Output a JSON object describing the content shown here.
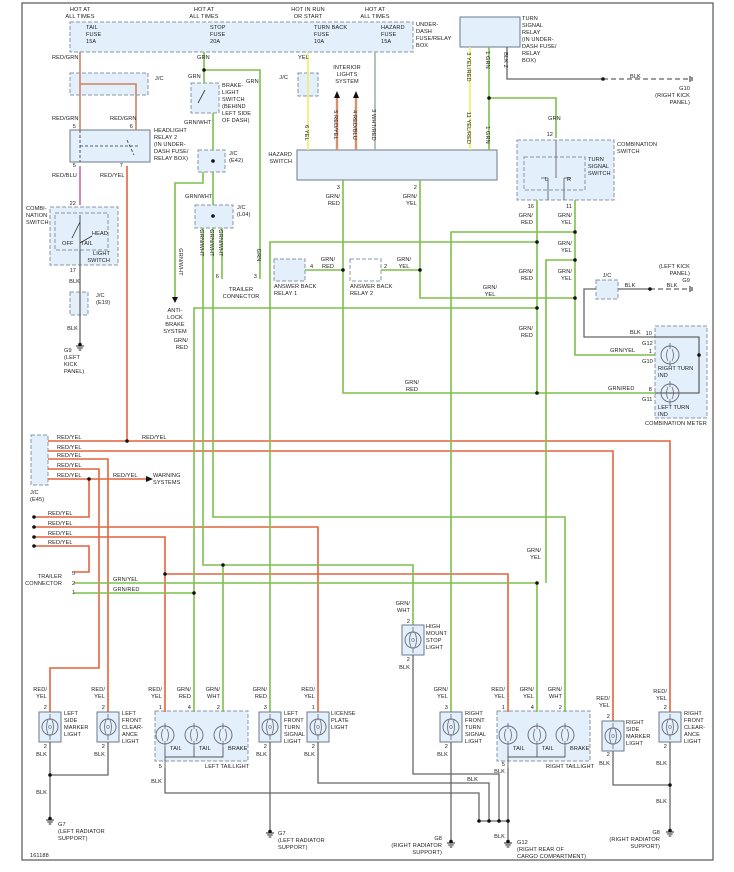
{
  "diagram_id": "161188",
  "power": {
    "tail": {
      "source": [
        "HOT AT",
        "ALL TIMES"
      ],
      "fuse": [
        "TAIL",
        "FUSE",
        "15A"
      ]
    },
    "stop": {
      "source": [
        "HOT AT",
        "ALL TIMES"
      ],
      "fuse": [
        "STOP",
        "FUSE",
        "20A"
      ]
    },
    "turn_back": {
      "source": [
        "HOT IN RUN",
        "OR START"
      ],
      "fuse": [
        "TURN BACK",
        "FUSE",
        "10A"
      ]
    },
    "hazard": {
      "source": [
        "HOT AT",
        "ALL TIMES"
      ],
      "fuse": [
        "HAZARD",
        "FUSE",
        "15A"
      ]
    },
    "box_label": [
      "UNDER-",
      "DASH",
      "FUSE/RELAY",
      "BOX"
    ]
  },
  "components": {
    "turn_signal_relay": [
      "TURN",
      "SIGNAL",
      "RELAY",
      "(IN UNDER-",
      "DASH FUSE/",
      "RELAY",
      "BOX)"
    ],
    "headlight_relay": [
      "HEADLIGHT",
      "RELAY 2",
      "(IN UNDER-",
      "DASH FUSE/",
      "RELAY BOX)"
    ],
    "brake_switch": [
      "BRAKE-",
      "LIGHT",
      "SWITCH",
      "(BEHIND",
      "LEFT SIDE",
      "OF DASH)"
    ],
    "interior_lights": [
      "INTERIOR",
      "LIGHTS",
      "SYSTEM"
    ],
    "hazard_switch": [
      "HAZARD",
      "SWITCH"
    ],
    "combination_switch_top": [
      "COMBINATION",
      "SWITCH"
    ],
    "turn_signal_switch": [
      "TURN",
      "SIGNAL",
      "SWITCH"
    ],
    "combination_switch_left": [
      "COMBI-",
      "NATION",
      "SWITCH"
    ],
    "light_switch": [
      "LIGHT",
      "SWITCH"
    ],
    "switch_positions": {
      "off": "OFF",
      "tail": "TAIL",
      "head": "HEAD",
      "l": "L",
      "r": "R"
    },
    "jc": "J/C",
    "jc_e42": [
      "J/C",
      "(E42)"
    ],
    "jc_l04": [
      "J/C",
      "(L04)"
    ],
    "jc_e19": [
      "J/C",
      "(E19)"
    ],
    "jc_e45": [
      "J/C",
      "(E45)"
    ],
    "abs": [
      "ANTI-",
      "LOCK",
      "BRAKE",
      "SYSTEM"
    ],
    "trailer_connector": [
      "TRAILER",
      "CONNECTOR"
    ],
    "answer_back_1": [
      "ANSWER BACK",
      "RELAY 1"
    ],
    "answer_back_2": [
      "ANSWER BACK",
      "RELAY 2"
    ],
    "warning_systems": [
      "WARNING",
      "SYSTEMS"
    ],
    "combination_meter": "COMBINATION METER",
    "right_turn_ind": [
      "RIGHT TURN",
      "IND"
    ],
    "left_turn_ind": [
      "LEFT TURN",
      "IND"
    ],
    "left_side_marker": [
      "LEFT",
      "SIDE",
      "MARKER",
      "LIGHT"
    ],
    "left_front_clearance": [
      "LEFT",
      "FRONT",
      "CLEAR-",
      "ANCE",
      "LIGHT"
    ],
    "left_taillight": "LEFT TAILLIGHT",
    "right_taillight": "RIGHT TAILLIGHT",
    "tail": "TAIL",
    "brake": "BRAKE",
    "left_front_turn": [
      "LEFT",
      "FRONT",
      "TURN",
      "SIGNAL",
      "LIGHT"
    ],
    "license_plate": [
      "LICENSE",
      "PLATE",
      "LIGHT"
    ],
    "high_mount": [
      "HIGH",
      "MOUNT",
      "STOP",
      "LIGHT"
    ],
    "right_front_turn": [
      "RIGHT",
      "FRONT",
      "TURN",
      "SIGNAL",
      "LIGHT"
    ],
    "right_side_marker": [
      "RIGHT",
      "SIDE",
      "MARKER",
      "LIGHT"
    ],
    "right_front_clearance": [
      "RIGHT",
      "FRONT",
      "CLEAR-",
      "ANCE",
      "LIGHT"
    ]
  },
  "grounds": {
    "g10": [
      "G10",
      "(RIGHT KICK",
      "PANEL)"
    ],
    "g9_left": [
      "G9",
      "(LEFT",
      "KICK",
      "PANEL)"
    ],
    "g9_right": [
      "(LEFT KICK",
      "PANEL)",
      "G9"
    ],
    "g7": [
      "G7",
      "(LEFT RADIATOR",
      "SUPPORT)"
    ],
    "g8": [
      "G8",
      "(RIGHT RADIATOR",
      "SUPPORT)"
    ],
    "g12": [
      "G12",
      "(RIGHT REAR OF",
      "CARGO COMPARTMENT)"
    ]
  },
  "wires": {
    "red_grn": "RED/GRN",
    "red_blu": "RED/BLU",
    "red_yel": "RED/YEL",
    "grn": "GRN",
    "yel": "YEL",
    "blk": "BLK",
    "grn_wht": "GRN/WHT",
    "grn_yel": "GRN/YEL",
    "grn_red": "GRN/RED",
    "grn_red_s": [
      "GRN/",
      "RED"
    ],
    "grn_yel_s": [
      "GRN/",
      "YEL"
    ],
    "grn_wht_s": [
      "GRN/",
      "WHT"
    ],
    "red_yel_s": [
      "RED/",
      "YEL"
    ],
    "hz6": "6 YEL",
    "hz5": "5 RED/YEL",
    "hz4": "4 RED/BLU",
    "hz3": "3 WHT/RED",
    "hz11": "11 YEL/RED",
    "hz1": "1 GRN",
    "tsr3": "3 YEL/RED",
    "tsr1": "1 GRN",
    "tsr2": "BLK 2"
  },
  "pins": {
    "p1": "1",
    "p2": "2",
    "p3": "3",
    "p4": "4",
    "p5": "5",
    "p6": "6",
    "p7": "7",
    "p8": "8",
    "p10": "10",
    "p11": "11",
    "p12": "12",
    "p16": "16",
    "p17": "17",
    "p22": "22",
    "g10": "G10",
    "g11": "G11",
    "g12": "G12"
  },
  "colors": {
    "red_wire": "#e2643e",
    "green_wire": "#7dbf4c",
    "yellow_wire": "#eeee66",
    "black_wire": "#666666",
    "component_fill": "#e3effa"
  }
}
